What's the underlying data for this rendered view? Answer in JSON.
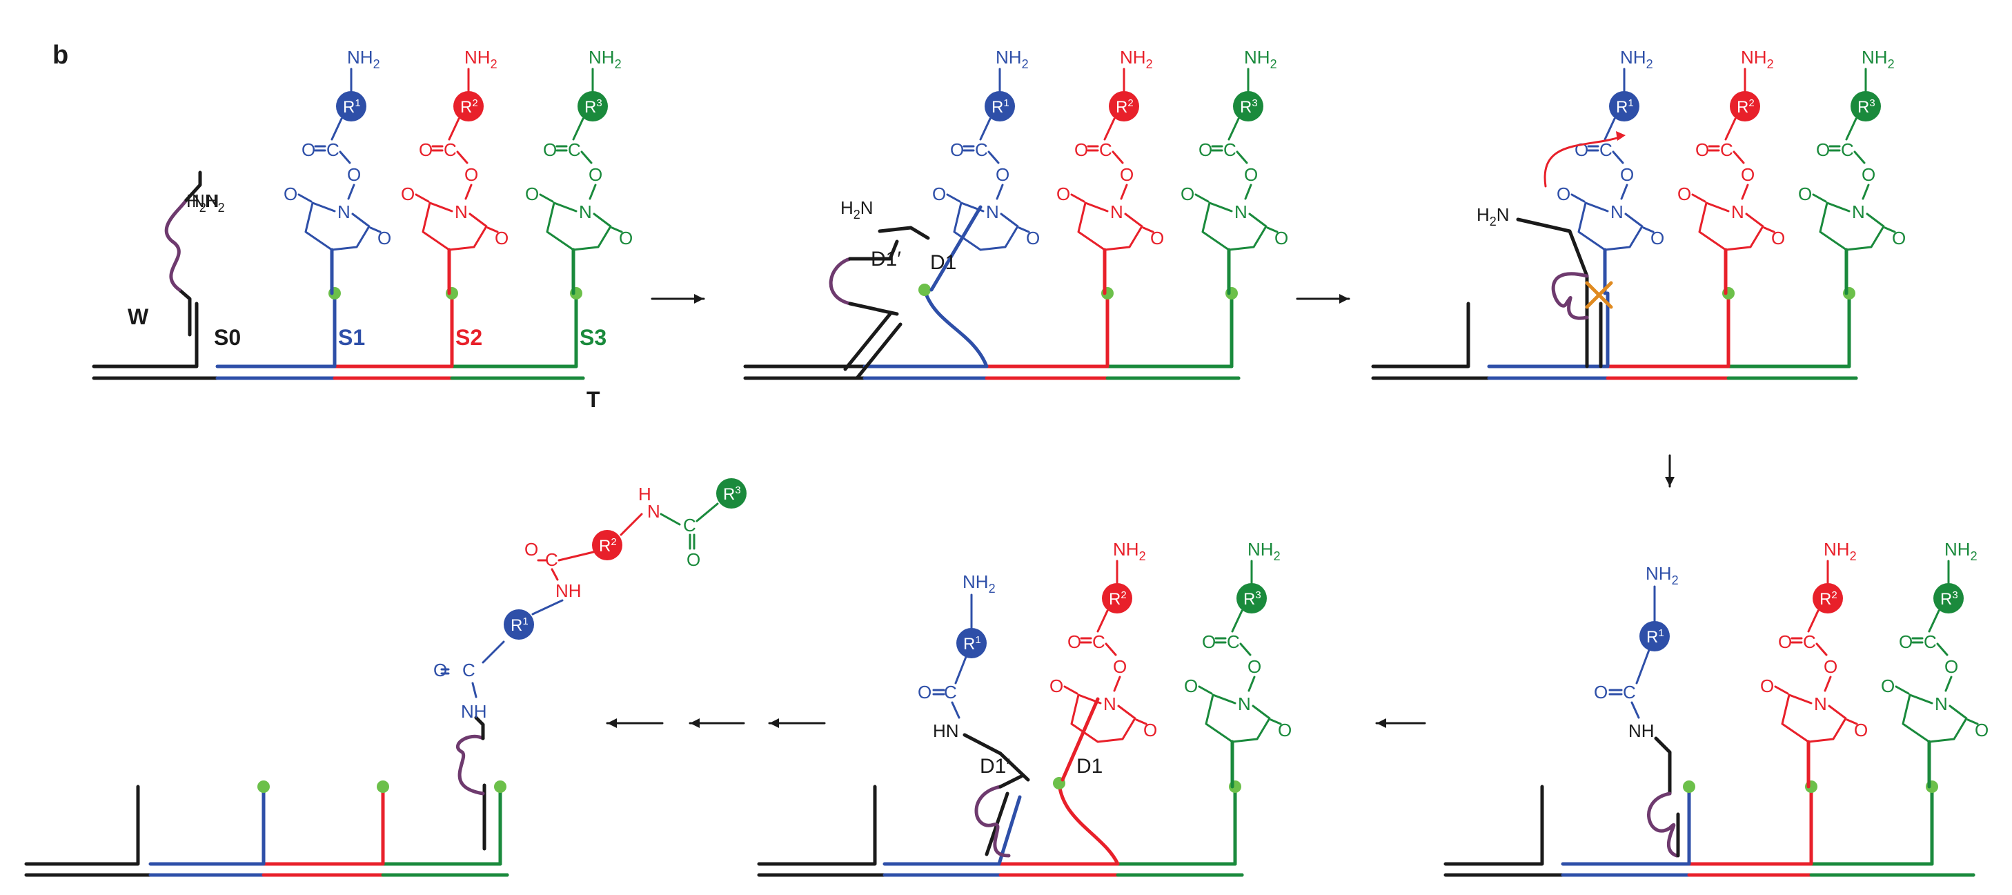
{
  "panel_label": "b",
  "colors": {
    "black": "#1a1a1a",
    "blue": "#2e4fa8",
    "red": "#e8202a",
    "green": "#1a8a3c",
    "purple": "#6e3a6e",
    "linker_dot": "#6cc04a",
    "cross": "#e08a20"
  },
  "strand_labels": {
    "w": "W",
    "s0": "S0",
    "s1": "S1",
    "s2": "S2",
    "s3": "S3",
    "t": "T"
  },
  "domain_labels": {
    "d1": "D1",
    "d1_prime": "D1′"
  },
  "chem": {
    "nh2": "NH",
    "h2n": "H",
    "h2n_n": "N",
    "sub2": "2",
    "r": "R",
    "r1_sup": "1",
    "r2_sup": "2",
    "r3_sup": "3",
    "c": "C",
    "o": "O",
    "n": "N",
    "nh": "NH",
    "hn": "HN",
    "h": "H"
  },
  "arrows": [
    {
      "direction": "right",
      "count": 1
    },
    {
      "direction": "right",
      "count": 1
    },
    {
      "direction": "down",
      "count": 1
    },
    {
      "direction": "left",
      "count": 1
    },
    {
      "direction": "left",
      "count": 3
    }
  ]
}
